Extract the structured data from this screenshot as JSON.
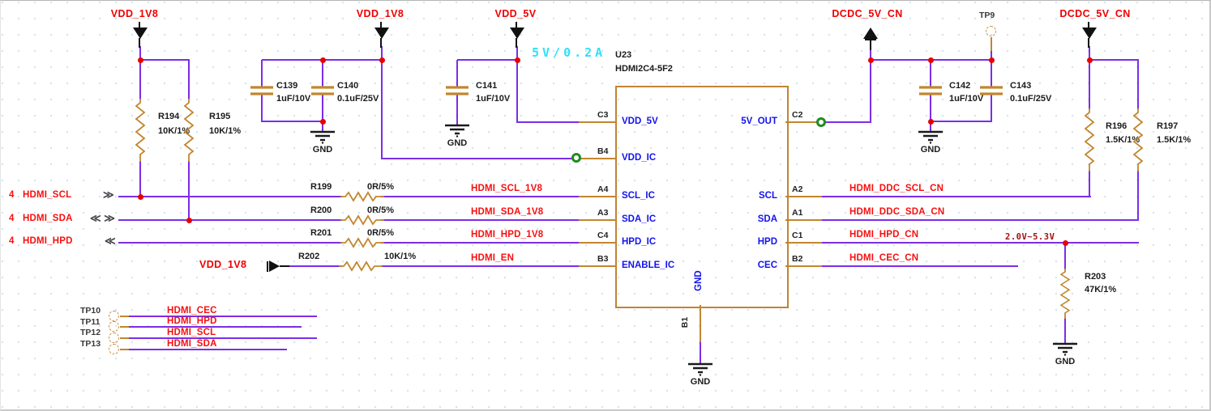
{
  "colors": {
    "wire": "#7B2EE6",
    "component": "#C2862F",
    "net_label": "#F80F0F",
    "power_label": "#F00000",
    "pin_name": "#1313EE",
    "junction": "#E80000",
    "no_erc_marker": "#1E8C1E",
    "annotation_cyan": "#2FE1F7",
    "annotation_dark_red": "#A11212"
  },
  "power": {
    "vdd_1v8": "VDD_1V8",
    "vdd_5v": "VDD_5V",
    "dcdc_5v_cn": "DCDC_5V_CN",
    "gnd": "GND"
  },
  "ic": {
    "ref": "U23",
    "part": "HDMI2C4-5F2",
    "pins_left": [
      {
        "num": "C3",
        "name": "VDD_5V"
      },
      {
        "num": "B4",
        "name": "VDD_IC"
      },
      {
        "num": "A4",
        "name": "SCL_IC"
      },
      {
        "num": "A3",
        "name": "SDA_IC"
      },
      {
        "num": "C4",
        "name": "HPD_IC"
      },
      {
        "num": "B3",
        "name": "ENABLE_IC"
      }
    ],
    "pins_right": [
      {
        "num": "C2",
        "name": "5V_OUT"
      },
      {
        "num": "A2",
        "name": "SCL"
      },
      {
        "num": "A1",
        "name": "SDA"
      },
      {
        "num": "C1",
        "name": "HPD"
      },
      {
        "num": "B2",
        "name": "CEC"
      }
    ],
    "pin_bottom": {
      "num": "B1",
      "name": "GND"
    }
  },
  "capacitors": {
    "c139": {
      "ref": "C139",
      "value": "1uF/10V"
    },
    "c140": {
      "ref": "C140",
      "value": "0.1uF/25V"
    },
    "c141": {
      "ref": "C141",
      "value": "1uF/10V"
    },
    "c142": {
      "ref": "C142",
      "value": "1uF/10V"
    },
    "c143": {
      "ref": "C143",
      "value": "0.1uF/25V"
    }
  },
  "resistors": {
    "r194": {
      "ref": "R194",
      "value": "10K/1%"
    },
    "r195": {
      "ref": "R195",
      "value": "10K/1%"
    },
    "r196": {
      "ref": "R196",
      "value": "1.5K/1%"
    },
    "r197": {
      "ref": "R197",
      "value": "1.5K/1%"
    },
    "r199": {
      "ref": "R199",
      "value": "0R/5%"
    },
    "r200": {
      "ref": "R200",
      "value": "0R/5%"
    },
    "r201": {
      "ref": "R201",
      "value": "0R/5%"
    },
    "r202": {
      "ref": "R202",
      "value": "10K/1%"
    },
    "r203": {
      "ref": "R203",
      "value": "47K/1%"
    }
  },
  "ports": {
    "scl": {
      "sheet": "4",
      "name": "HDMI_SCL",
      "dir_icon": "≫"
    },
    "sda": {
      "sheet": "4",
      "name": "HDMI_SDA",
      "dir_icon": "≪ ≫"
    },
    "hpd": {
      "sheet": "4",
      "name": "HDMI_HPD",
      "dir_icon": "≪"
    }
  },
  "nets": {
    "scl_1v8": "HDMI_SCL_1V8",
    "sda_1v8": "HDMI_SDA_1V8",
    "hpd_1v8": "HDMI_HPD_1V8",
    "en": "HDMI_EN",
    "ddc_scl_cn": "HDMI_DDC_SCL_CN",
    "ddc_sda_cn": "HDMI_DDC_SDA_CN",
    "hpd_cn": "HDMI_HPD_CN",
    "cec_cn": "HDMI_CEC_CN",
    "tp_cec": "HDMI_CEC",
    "tp_hpd": "HDMI_HPD",
    "tp_scl": "HDMI_SCL",
    "tp_sda": "HDMI_SDA"
  },
  "test_points": {
    "tp9": "TP9",
    "tp10": "TP10",
    "tp11": "TP11",
    "tp12": "TP12",
    "tp13": "TP13"
  },
  "annotations": {
    "current_rating": "5V/0.2A",
    "voltage_range": "2.0V~5.3V"
  }
}
